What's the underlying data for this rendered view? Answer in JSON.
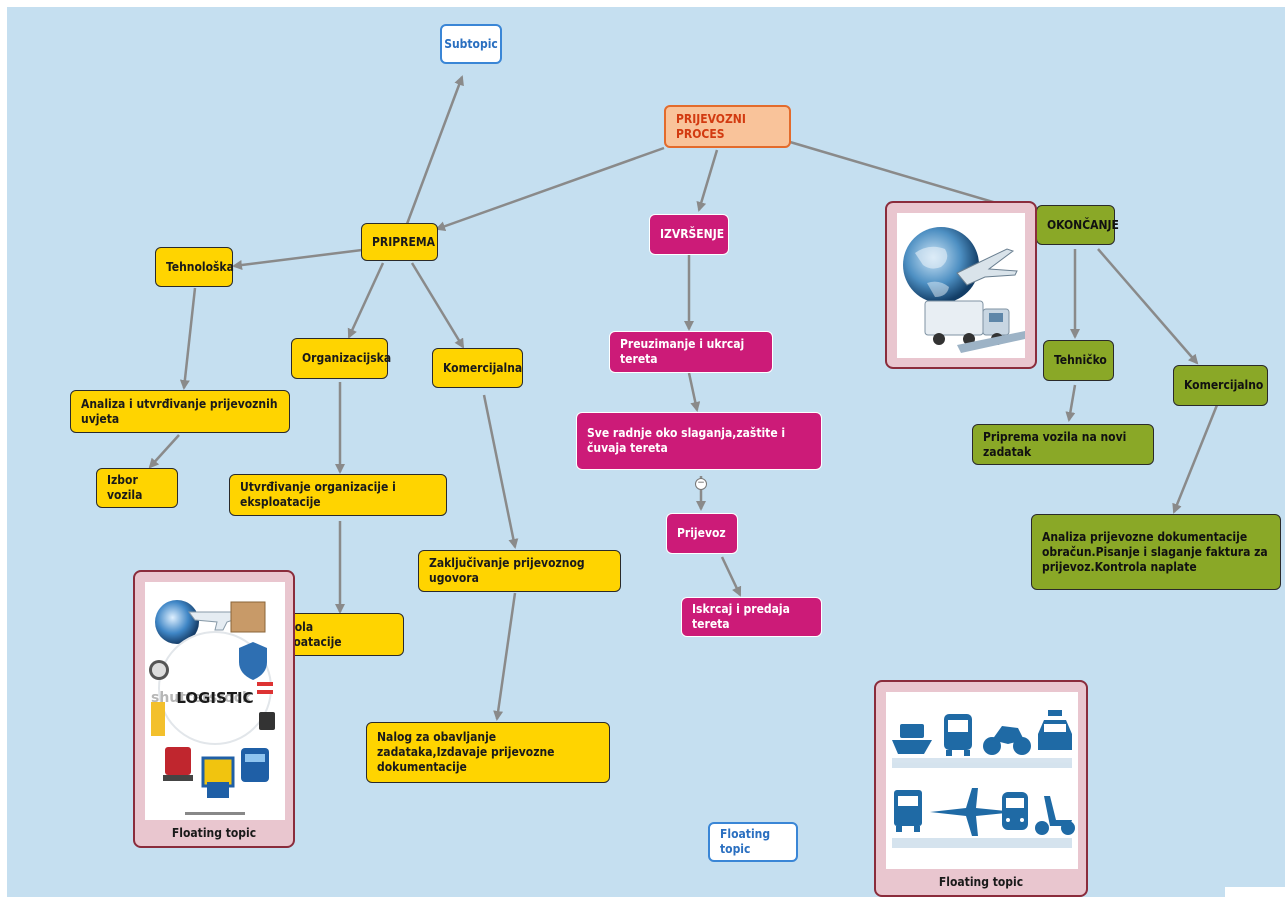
{
  "map": {
    "root": "PRIJEVOZNI PROCES",
    "subtopic": "Subtopic",
    "priprema": "PRIPREMA",
    "tehnoloska": "Tehnološka",
    "organizacijska": "Organizacijska",
    "komercijalna": "Komercijalna",
    "analiza_uvjeta": "Analiza i utvrđivanje prijevoznih uvjeta",
    "izbor_vozila": "Izbor vozila",
    "utvrdivanje_org": "Utvrđivanje organizacije i eksploatacije",
    "kontrola_eksploatacije": "Kontrola eksploatacije",
    "zakljucivanje": "Zaključivanje prijevoznog ugovora",
    "nalog": "Nalog za obavljanje zadataka,Izdavaje prijevozne dokumentacije",
    "izvrsenje": "IZVRŠENJE",
    "preuzimanje": "Preuzimanje i ukrcaj tereta",
    "sve_radnje": "Sve radnje oko slaganja,zaštite i čuvaja tereta",
    "prijevoz": "Prijevoz",
    "iskrcaj": "Iskrcaj i predaja tereta",
    "okoncanje": "OKONČANJE",
    "tehnicko": "Tehničko",
    "komercijalno": "Komercijalno",
    "priprema_vozila": "Priprema vozila na novi zadatak",
    "analiza_dokumentacije": "Analiza prijevozne dokumentacije obračun.Pisanje i slaganje faktura za prijevoz.Kontrola naplate",
    "floating_1": "Floating topic",
    "floating_2": "Floating topic",
    "floating_3": "Floating topic",
    "logistic_text": "LOGISTIC",
    "watermark_text": "shutterstock",
    "collapse_symbol": "−"
  },
  "colors": {
    "background": "#c5dff0",
    "root_fill": "#f9c39a",
    "priprema_branch": "#ffd400",
    "izvrsenje_branch": "#cc1b78",
    "okoncanje_branch": "#8aa827",
    "image_topic_frame": "#e9c6cf",
    "connector": "#8a8a8a",
    "icon_blue": "#1f6aa5"
  }
}
